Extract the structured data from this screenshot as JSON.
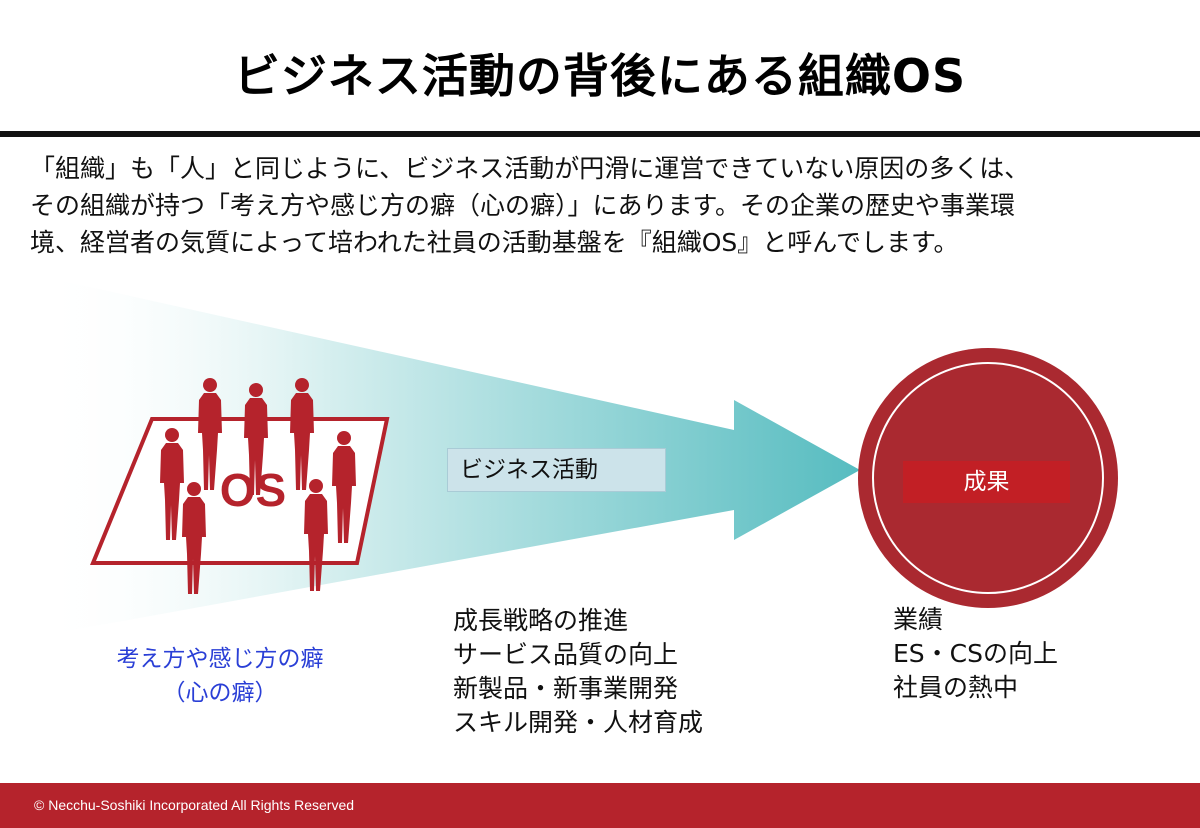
{
  "title": "ビジネス活動の背後にある組織OS",
  "intro": {
    "lines": [
      "「組織」も「人」と同じように、ビジネス活動が円滑に運営できていない原因の多くは、",
      "その組織が持つ「考え方や感じ方の癖（心の癖）」にあります。その企業の歴史や事業環",
      "境、経営者の気質によって培われた社員の活動基盤を『組織OS』と呼んでします。"
    ]
  },
  "diagram": {
    "platform_label": "OS",
    "arrow_label": "ビジネス活動",
    "result_label": "成果",
    "mindset": [
      "考え方や感じ方の癖",
      "（心の癖）"
    ],
    "activities": [
      "成長戦略の推進",
      "サービス品質の向上",
      "新製品・新事業開発",
      "スキル開発・人材育成"
    ],
    "outcomes": [
      "業績",
      "ES・CSの向上",
      "社員の熱中"
    ],
    "colors": {
      "accent": "#b5232c",
      "arrow": "#5fbfc4",
      "mindset_text": "#2a3fd6"
    }
  },
  "footer": {
    "copyright": "© Necchu-Soshiki Incorporated  All Rights Reserved"
  }
}
